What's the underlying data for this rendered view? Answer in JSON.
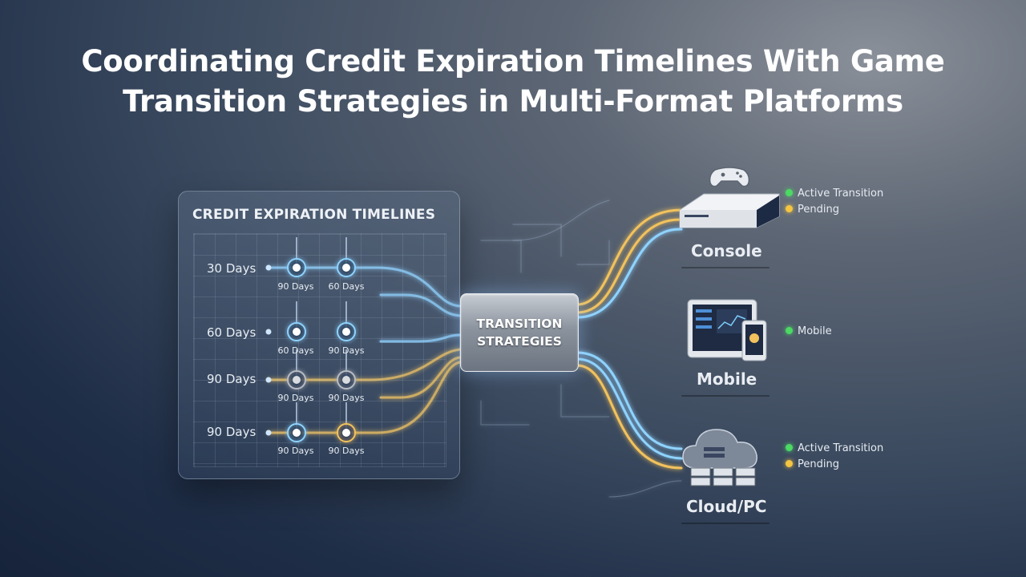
{
  "title": {
    "line1": "Coordinating Credit Expiration Timelines With Game",
    "line2": "Transition Strategies in Multi-Format Platforms"
  },
  "timeline_panel": {
    "title": "CREDIT EXPIRATION TIMELINES",
    "rows": [
      {
        "label": "30 Days",
        "nodes": [
          {
            "label": "90 Days",
            "state": "active"
          },
          {
            "label": "60 Days",
            "state": "active"
          }
        ]
      },
      {
        "label": "60 Days",
        "nodes": [
          {
            "label": "60 Days",
            "state": "active"
          },
          {
            "label": "90 Days",
            "state": "active"
          }
        ]
      },
      {
        "label": "90 Days",
        "nodes": [
          {
            "label": "90 Days",
            "state": "inactive"
          },
          {
            "label": "90 Days",
            "state": "inactive"
          }
        ]
      },
      {
        "label": "90 Days",
        "nodes": [
          {
            "label": "90 Days",
            "state": "active"
          },
          {
            "label": "90 Days",
            "state": "pending"
          }
        ]
      }
    ]
  },
  "hub": {
    "line1": "TRANSITION",
    "line2": "STRATEGIES"
  },
  "platforms": [
    {
      "label": "Console",
      "icon": "game-console-icon",
      "legend": [
        {
          "text": "Active Transition",
          "status": "active"
        },
        {
          "text": "Pending",
          "status": "pending"
        }
      ]
    },
    {
      "label": "Mobile",
      "icon": "tablet-phone-icon",
      "legend": [
        {
          "text": "Mobile",
          "status": "active"
        }
      ]
    },
    {
      "label": "Cloud/PC",
      "icon": "cloud-server-icon",
      "legend": [
        {
          "text": "Active Transition",
          "status": "active"
        },
        {
          "text": "Pending",
          "status": "pending"
        }
      ]
    }
  ],
  "colors": {
    "active": "#4cd964",
    "pending": "#f5c542",
    "wire_blue": "#8fd3ff",
    "wire_gold": "#f2c25c",
    "node_inactive": "#b8bcc4"
  }
}
